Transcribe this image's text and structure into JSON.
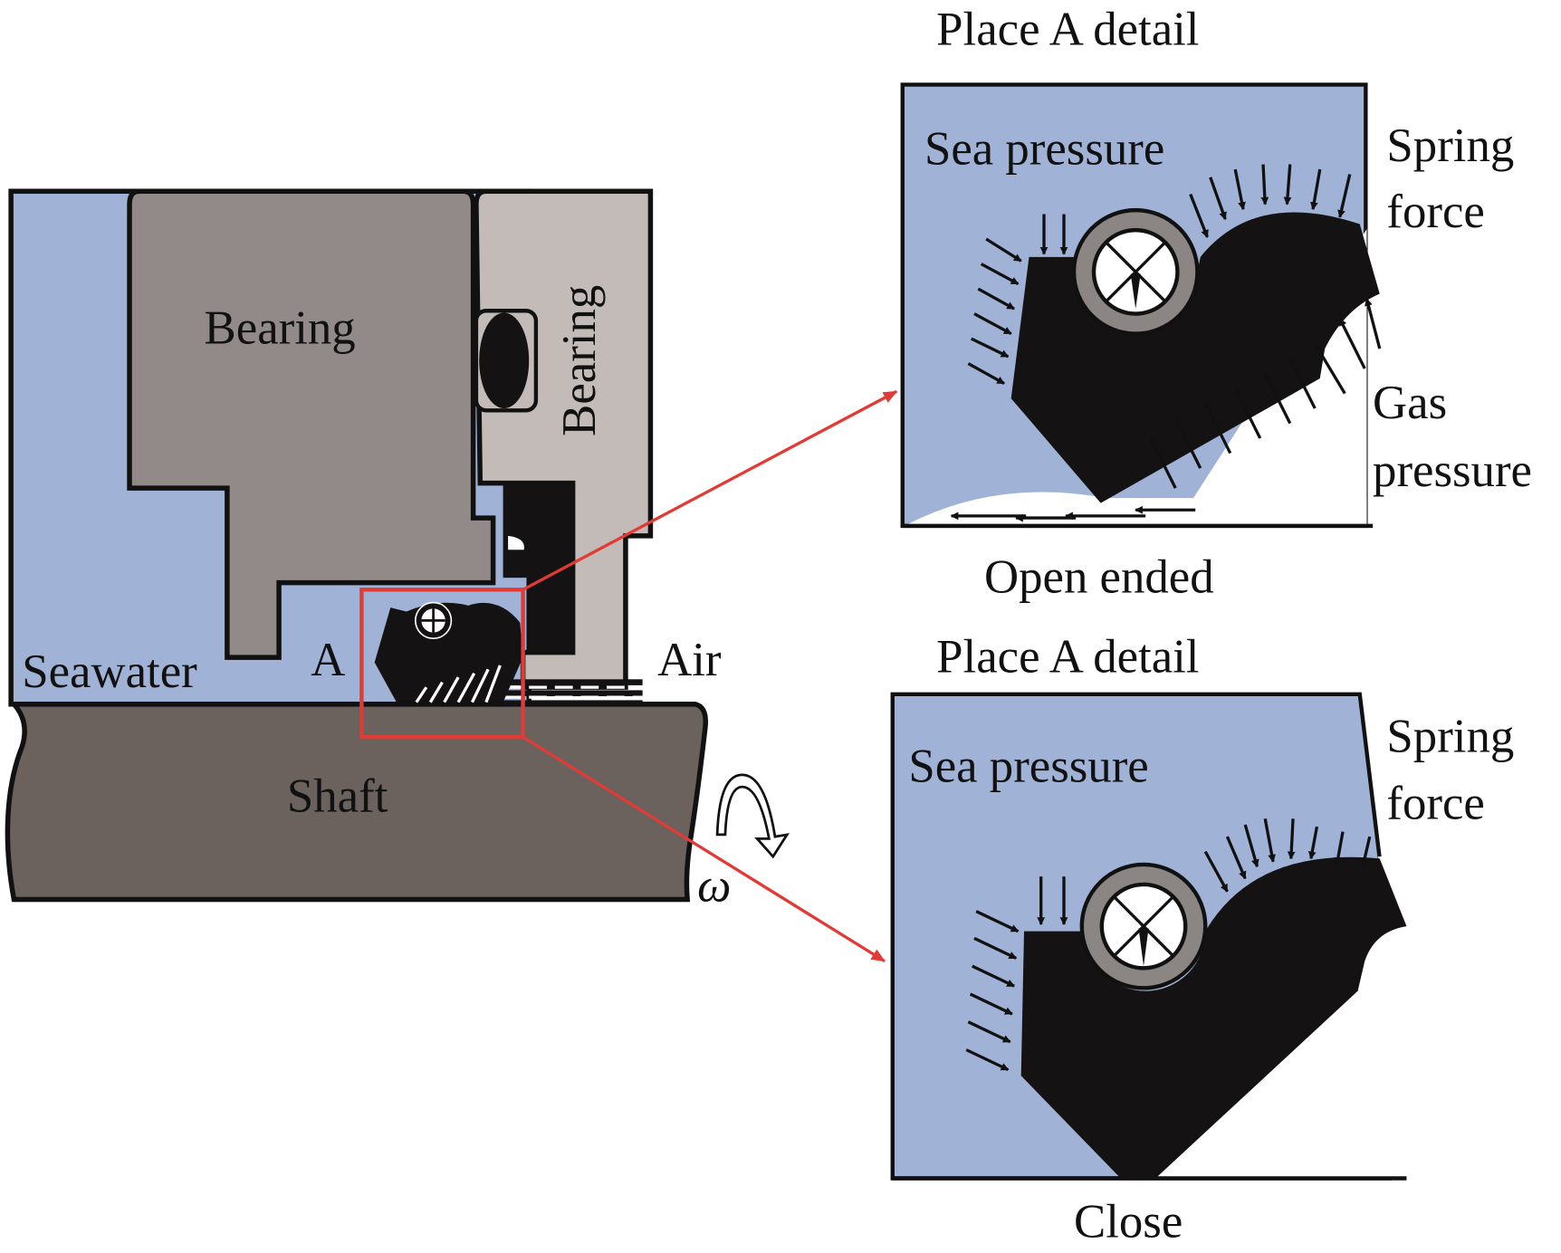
{
  "diagram": {
    "main_view": {
      "labels": {
        "bearing_left": "Bearing",
        "bearing_right": "Bearing",
        "seawater": "Seawater",
        "region_a": "A",
        "air": "Air",
        "shaft": "Shaft",
        "omega": "ω"
      }
    },
    "detail_open": {
      "title": "Place A detail",
      "sea_pressure": "Sea pressure",
      "spring_force_line1": "Spring",
      "spring_force_line2": "force",
      "gas_pressure_line1": "Gas",
      "gas_pressure_line2": "pressure",
      "caption": "Open ended"
    },
    "detail_close": {
      "title": "Place A detail",
      "sea_pressure": "Sea pressure",
      "spring_force_line1": "Spring",
      "spring_force_line2": "force",
      "caption": "Close"
    },
    "colors": {
      "seawater": "#a0b3d6",
      "bearing_dark": "#918a88",
      "bearing_light": "#c2bbb7",
      "shaft": "#6b625e",
      "seal": "#141212",
      "highlight": "#e23a35"
    }
  }
}
